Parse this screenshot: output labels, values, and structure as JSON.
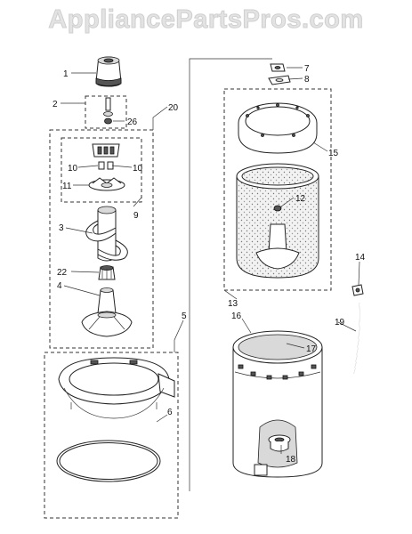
{
  "watermark": "AppliancePartsPros.com",
  "callouts": [
    {
      "id": "1",
      "text": "1"
    },
    {
      "id": "2",
      "text": "2"
    },
    {
      "id": "26",
      "text": "26"
    },
    {
      "id": "20",
      "text": "20"
    },
    {
      "id": "10a",
      "text": "10"
    },
    {
      "id": "10b",
      "text": "10"
    },
    {
      "id": "11",
      "text": "11"
    },
    {
      "id": "9",
      "text": "9"
    },
    {
      "id": "3",
      "text": "3"
    },
    {
      "id": "22",
      "text": "22"
    },
    {
      "id": "4",
      "text": "4"
    },
    {
      "id": "5",
      "text": "5"
    },
    {
      "id": "6",
      "text": "6"
    },
    {
      "id": "7",
      "text": "7"
    },
    {
      "id": "8",
      "text": "8"
    },
    {
      "id": "15",
      "text": "15"
    },
    {
      "id": "12",
      "text": "12"
    },
    {
      "id": "13",
      "text": "13"
    },
    {
      "id": "14",
      "text": "14"
    },
    {
      "id": "16",
      "text": "16"
    },
    {
      "id": "17",
      "text": "17"
    },
    {
      "id": "19",
      "text": "19"
    },
    {
      "id": "18",
      "text": "18"
    }
  ]
}
